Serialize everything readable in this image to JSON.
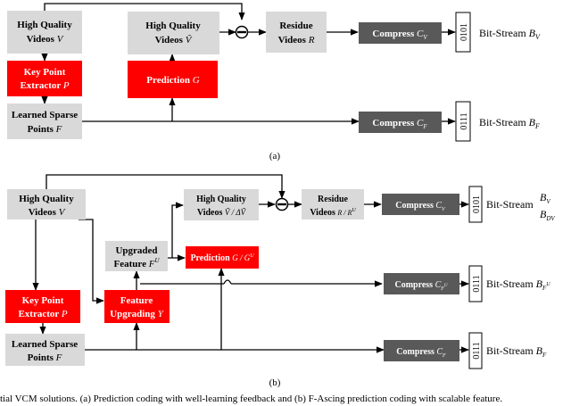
{
  "a": {
    "hq_videos": {
      "line1": "High Quality",
      "line2": "Videos",
      "sym": "V"
    },
    "predicted": {
      "line1": "High Quality",
      "line2": "Videos",
      "sym": "Ṽ"
    },
    "residue": {
      "line1": "Residue",
      "line2": "Videos",
      "sym": "R"
    },
    "compress_v": {
      "label": "Compress",
      "sym": "C",
      "sub": "V"
    },
    "bits_v": "0101",
    "stream_v": {
      "label": "Bit-Stream",
      "sym": "B",
      "sub": "V"
    },
    "keypoint": {
      "line1": "Key Point",
      "line2": "Extractor",
      "sym": "P"
    },
    "prediction": {
      "label": "Prediction",
      "sym": "G"
    },
    "sparse": {
      "line1": "Learned Sparse",
      "line2": "Points",
      "sym": "F"
    },
    "compress_f": {
      "label": "Compress",
      "sym": "C",
      "sub": "F"
    },
    "bits_f": "0111",
    "stream_f": {
      "label": "Bit-Stream",
      "sym": "B",
      "sub": "F"
    },
    "caption": "(a)"
  },
  "b": {
    "hq_videos": {
      "line1": "High Quality",
      "line2": "Videos",
      "sym": "V"
    },
    "predicted": {
      "line1": "High Quality",
      "line2": "Videos",
      "sym": "Ṽ / ΔṼ"
    },
    "residue": {
      "line1": "Residue",
      "line2": "Videos",
      "sym": "R / R",
      "sup": "U"
    },
    "compress_v": {
      "label": "Compress",
      "sym": "C",
      "sub": "V"
    },
    "bits_v": "0101",
    "stream_v": {
      "label": "Bit-Stream",
      "sym1": "B",
      "sub1": "V",
      "sym2": "B",
      "sub2": "DV"
    },
    "upgraded": {
      "line1": "Upgraded",
      "line2": "Feature",
      "sym": "F",
      "sup": "U"
    },
    "prediction": {
      "label": "Prediction",
      "sym": "G / G",
      "sup": "U"
    },
    "compress_fu": {
      "label": "Compress",
      "sym": "C",
      "sub": "F",
      "subsup": "U"
    },
    "bits_fu": "0111",
    "stream_fu": {
      "label": "Bit-Stream",
      "sym": "B",
      "sub": "F",
      "subsup": "U"
    },
    "keypoint": {
      "line1": "Key Point",
      "line2": "Extractor",
      "sym": "P"
    },
    "feature_up": {
      "line1": "Feature",
      "line2": "Upgrading",
      "sym": "Y"
    },
    "sparse": {
      "line1": "Learned Sparse",
      "line2": "Points",
      "sym": "F"
    },
    "compress_f": {
      "label": "Compress",
      "sym": "C",
      "sub": "F"
    },
    "bits_f": "0111",
    "stream_f": {
      "label": "Bit-Stream",
      "sym": "B",
      "sub": "F"
    },
    "caption": "(b)"
  },
  "footer_caption": "tial VCM solutions. (a) Prediction coding with well-learning feedback and (b) F-Ascing prediction coding with scalable feature."
}
